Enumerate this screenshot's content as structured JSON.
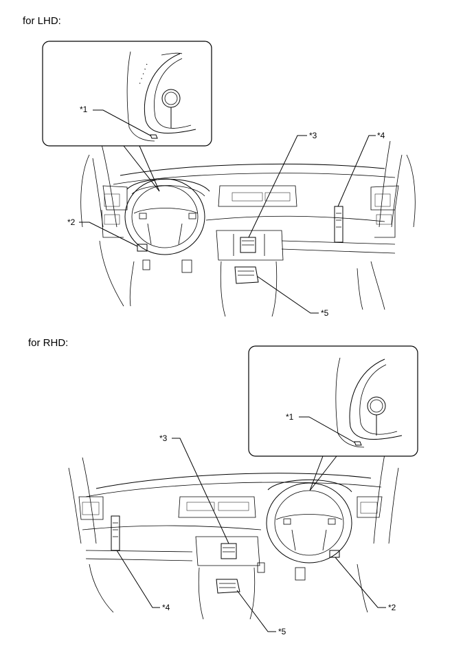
{
  "sections": {
    "lhd": {
      "title": "for LHD:"
    },
    "rhd": {
      "title": "for RHD:"
    }
  },
  "callouts": {
    "lhd": {
      "c1": "*1",
      "c2": "*2",
      "c3": "*3",
      "c4": "*4",
      "c5": "*5"
    },
    "rhd": {
      "c1": "*1",
      "c2": "*2",
      "c3": "*3",
      "c4": "*4",
      "c5": "*5"
    }
  }
}
